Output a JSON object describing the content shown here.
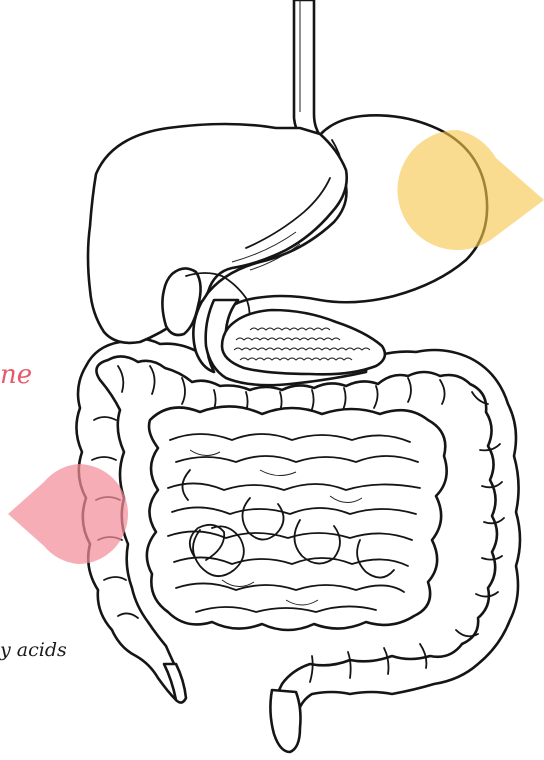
{
  "labels": {
    "cut_off_red_text": "ne",
    "cut_off_dark_text": "y acids"
  },
  "colors": {
    "marker_yellow": "#f5c64a",
    "marker_pink": "#f48e98",
    "outline": "#151515",
    "label_red": "#e55a6a",
    "label_dark": "#1a1a1a",
    "background": "#ffffff"
  },
  "markers": [
    {
      "name": "stomach-marker",
      "color": "yellow",
      "pointing": "right"
    },
    {
      "name": "colon-marker",
      "color": "pink",
      "pointing": "left"
    }
  ]
}
